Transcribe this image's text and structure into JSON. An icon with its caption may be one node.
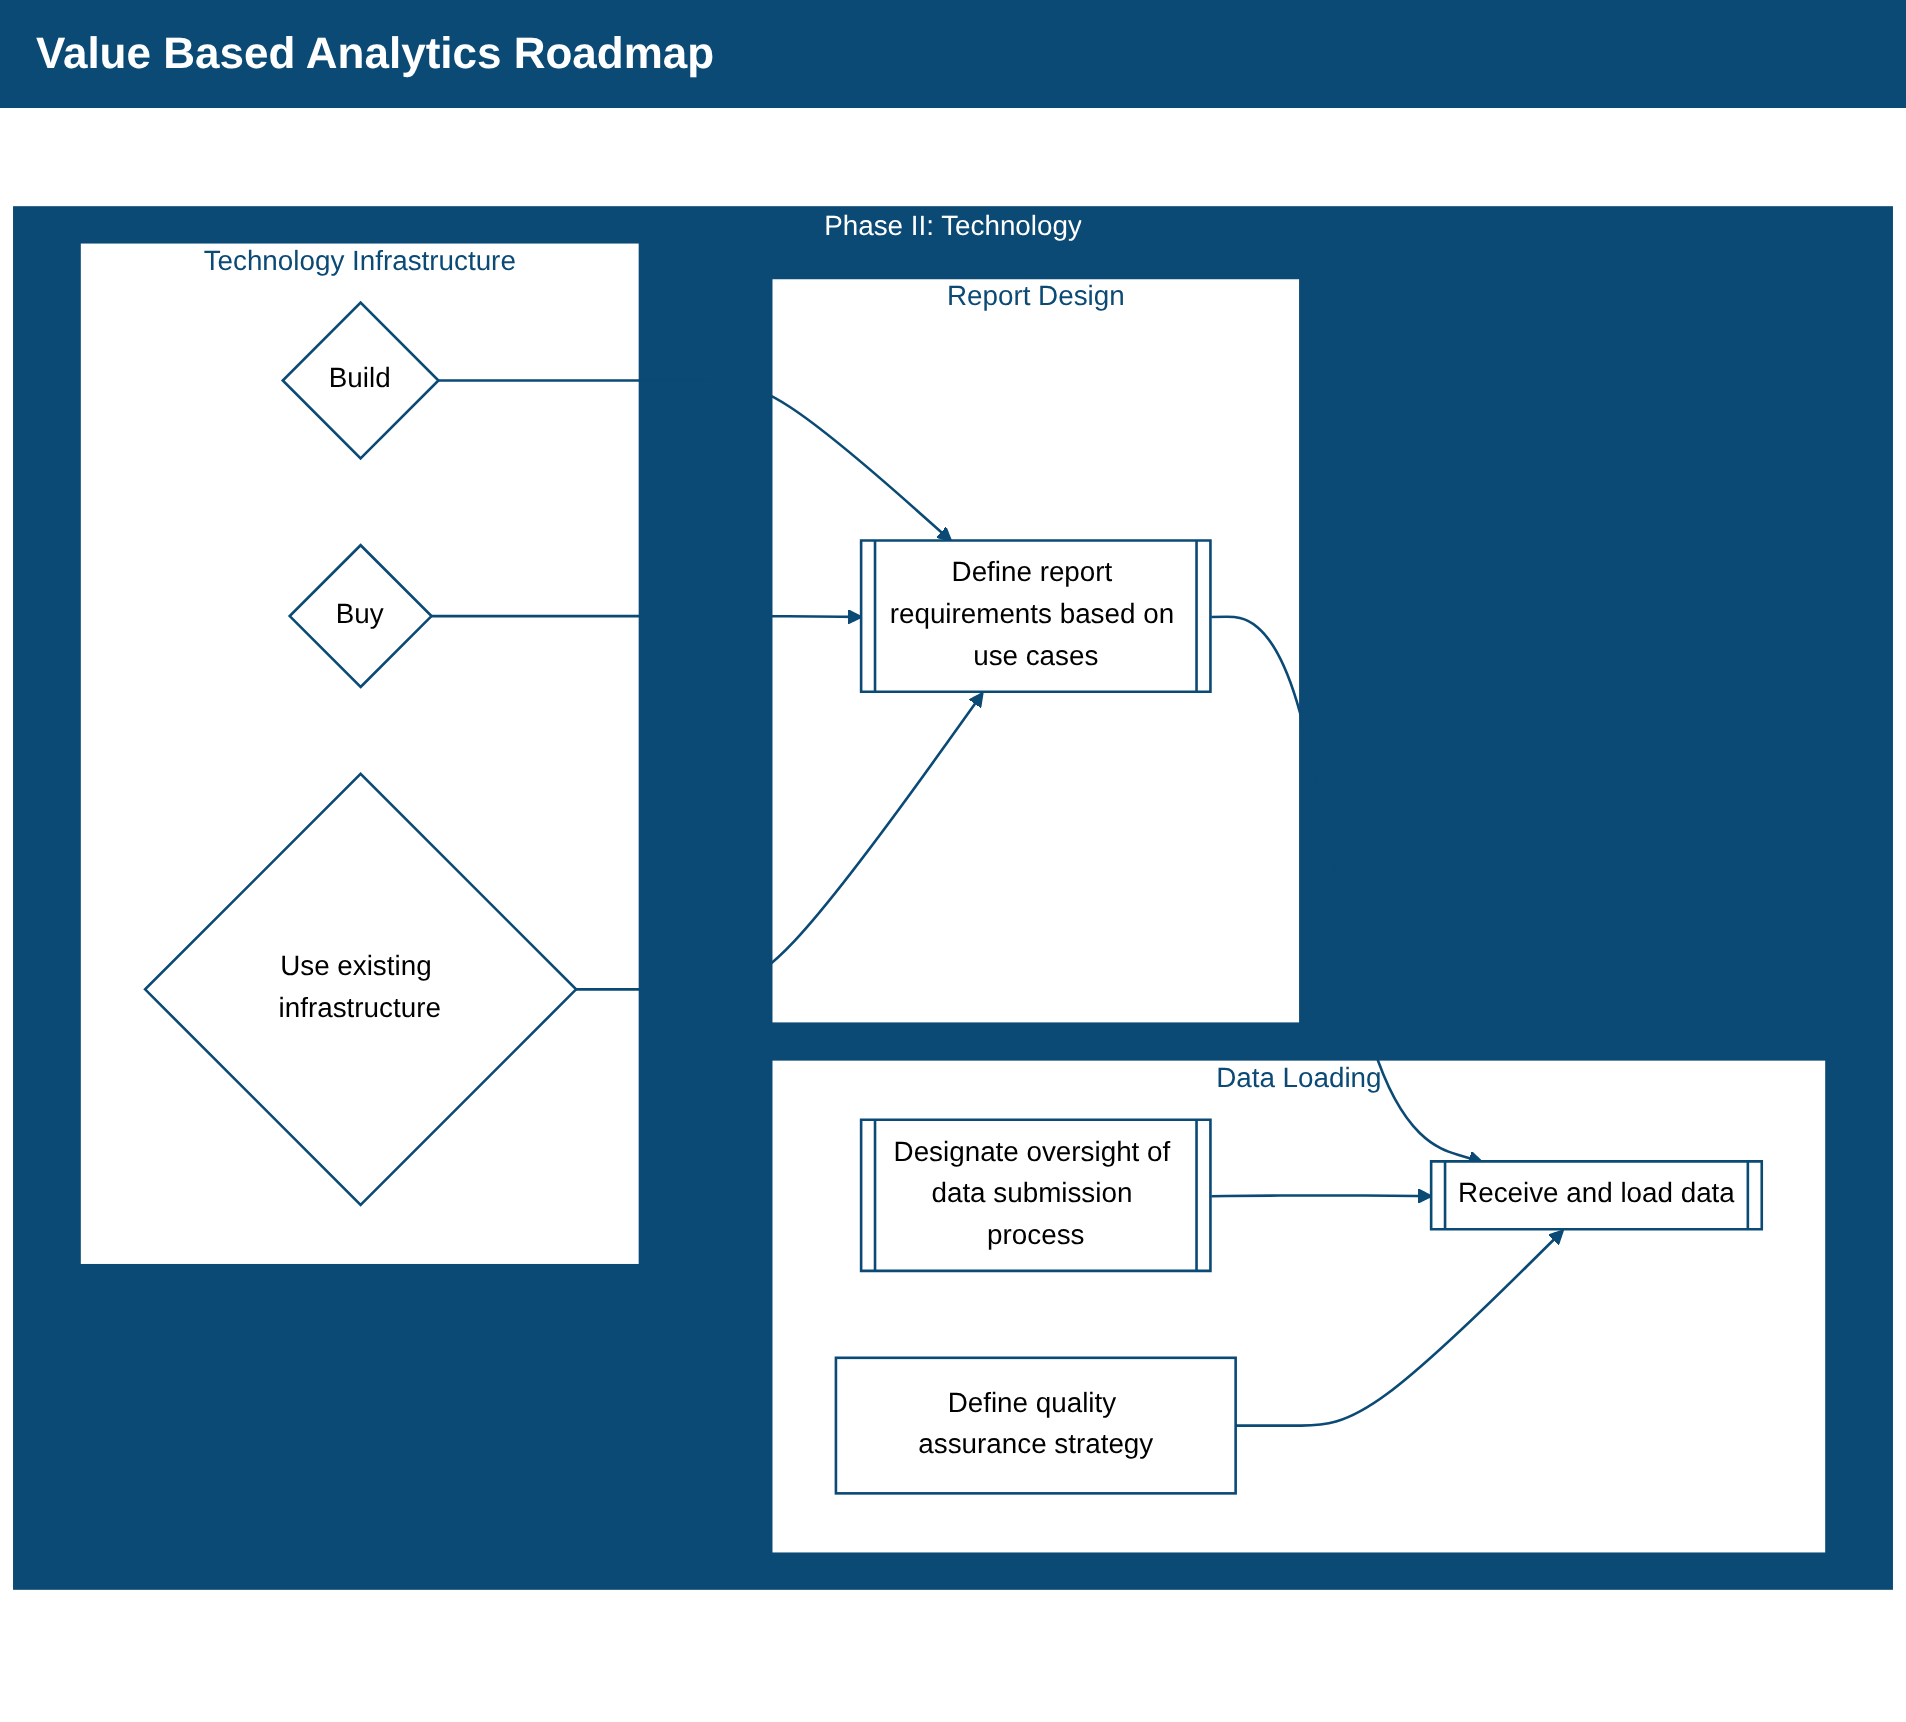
{
  "diagram": {
    "title": "Value Based Analytics Roadmap",
    "nodes": [
      {
        "text": [
          "Phase II: Technology"
        ]
      },
      {
        "text": [
          "Technology Infrastructure"
        ],
        "in": 0
      },
      {
        "text": [
          "Build"
        ],
        "in": 1
      },
      {
        "text": [
          "Buy"
        ],
        "in": 1
      },
      {
        "text": [
          "Use existing infrastructure"
        ],
        "in": 1
      },
      {
        "text": [
          "Report Design"
        ],
        "in": 0
      },
      {
        "text": [
          "Define report requirements based on use cases"
        ],
        "in": 5
      },
      {
        "text": [
          "Data Loading"
        ],
        "in": 0
      },
      {
        "text": [
          "Designate oversight of data submission process"
        ],
        "in": 7
      },
      {
        "text": [
          "Receive and load data"
        ],
        "in": 7
      },
      {
        "text": [
          "Define quality assurance strategy"
        ],
        "in": 7
      }
    ],
    "edges": [
      {
        "from": 2,
        "to": 6,
        "arrow": "to"
      },
      {
        "from": 3,
        "to": 6,
        "arrow": "to"
      },
      {
        "from": 4,
        "to": 6,
        "arrow": "to"
      },
      {
        "from": 6,
        "to": 9,
        "arrow": "to"
      },
      {
        "from": 8,
        "to": 9,
        "arrow": "to"
      },
      {
        "from": 10,
        "to": 9,
        "arrow": "to"
      }
    ]
  }
}
